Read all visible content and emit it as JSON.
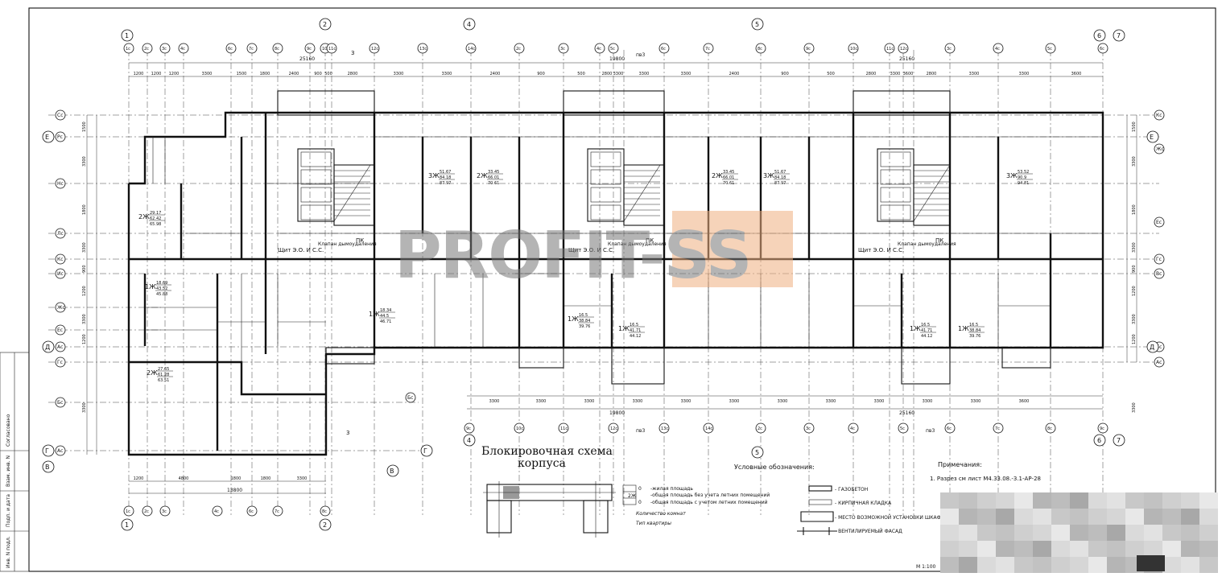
{
  "axes_top": [
    "1c",
    "2c",
    "3c",
    "4c",
    "6c",
    "7c",
    "8c",
    "9c",
    "10c",
    "11c",
    "12c",
    "13c",
    "14c",
    "2c",
    "3c",
    "4c",
    "5c",
    "6c",
    "7c",
    "8c",
    "9c",
    "10c",
    "11c",
    "12c",
    "3c",
    "4c",
    "5c",
    "6c",
    "7c",
    "8c",
    "9c",
    "10c"
  ],
  "axes_main": {
    "a1": "1",
    "a2": "2",
    "a4": "4",
    "a5": "5",
    "a6": "6",
    "a7": "7"
  },
  "axes_left": [
    "Сс",
    "Рс",
    "Нс",
    "Лс",
    "Кс",
    "Ис",
    "Жс",
    "Ес",
    "Ас",
    "Гс",
    "Бс",
    "Ас"
  ],
  "axes_left_main": {
    "e": "Е",
    "d": "Д",
    "g": "Г",
    "v": "В"
  },
  "axes_right": [
    "Кс",
    "Жс",
    "Ес",
    "Гс",
    "Вс",
    "Бс",
    "Ас"
  ],
  "dims_top": [
    "1200",
    "1200",
    "1200",
    "3300",
    "1500",
    "1800",
    "2400",
    "900",
    "500",
    "2800",
    "3300",
    "3300",
    "2400",
    "900",
    "500",
    "2800",
    "3300",
    "3300",
    "3300",
    "2400",
    "900",
    "500",
    "2800",
    "3300",
    "3600"
  ],
  "dims_total_top": {
    "left": "25160",
    "mid": "19800",
    "right": "25160"
  },
  "dims_bottom": [
    "3300",
    "3300",
    "3300",
    "3300",
    "3300",
    "3300",
    "3300",
    "3300",
    "3300",
    "3300",
    "3300",
    "3600"
  ],
  "dims_total_bottom": {
    "mid": "19800",
    "right": "25160"
  },
  "dims_left_bottom": [
    "1200",
    "4800",
    "1800",
    "1800",
    "3300"
  ],
  "dims_left_total": "13800",
  "dims_vertical_left": [
    "1500",
    "3300",
    "1800",
    "3300",
    "900",
    "1200",
    "3300",
    "1200",
    "3300"
  ],
  "room_labels": [
    {
      "id": "r1",
      "text": "2Ж",
      "sub": [
        "29.17",
        "62.42",
        "65.98"
      ]
    },
    {
      "id": "r2",
      "text": "1Ж",
      "sub": [
        "18.69",
        "43.52",
        "45.88"
      ]
    },
    {
      "id": "r3",
      "text": "2Ж",
      "sub": [
        "27.65",
        "61.28",
        "63.51"
      ]
    },
    {
      "id": "r4",
      "text": "3Ж",
      "sub": [
        "51.67",
        "84.18",
        "87.97"
      ]
    },
    {
      "id": "r5",
      "text": "2Ж",
      "sub": [
        "33.45",
        "66.01",
        "70.61"
      ]
    },
    {
      "id": "r6",
      "text": "2Ж",
      "sub": [
        "33.45",
        "66.01",
        "70.61"
      ]
    },
    {
      "id": "r7",
      "text": "3Ж",
      "sub": [
        "51.67",
        "84.18",
        "87.97"
      ]
    },
    {
      "id": "r8",
      "text": "3Ж",
      "sub": [
        "53.52",
        "90.9",
        "94.81"
      ]
    },
    {
      "id": "r9",
      "text": "1Ж",
      "sub": [
        "16.5",
        "38.84",
        "39.76"
      ]
    },
    {
      "id": "r10",
      "text": "1Ж",
      "sub": [
        "16.5",
        "41.71",
        "44.12"
      ]
    },
    {
      "id": "r11",
      "text": "1Ж",
      "sub": [
        "16.5",
        "41.71",
        "44.12"
      ]
    },
    {
      "id": "r12",
      "text": "1Ж",
      "sub": [
        "16.5",
        "38.84",
        "39.76"
      ]
    },
    {
      "id": "r13",
      "text": "1Ж",
      "sub": [
        "18.34",
        "44.5",
        "46.71"
      ]
    }
  ],
  "shaft_labels": [
    "Щит Э.О. И С.С.",
    "Щит Э.О. И С.С.",
    "Щит Э.О. И С.С."
  ],
  "valve_labels": [
    "Клапан дымоудаления",
    "Клапан дымоудаления",
    "Клапан дымоудаления"
  ],
  "pk_labels": [
    "ПК",
    "ПК",
    "ПК"
  ],
  "section_marks": {
    "a": "3",
    "b": "3",
    "c": "пв3",
    "d": "пв3",
    "e": "пв3"
  },
  "watermark": "PROFIT-SS",
  "block_scheme": {
    "title_line1": "Блокировочная схема",
    "title_line2": "корпуса"
  },
  "legend_left": {
    "rows": [
      {
        "code": "0",
        "text": "-жилая площадь"
      },
      {
        "code": "2Ж",
        "text": "-общая площадь без учета летних помещений"
      },
      {
        "code": "0",
        "text": "-общая площадь с учетом летних помещений"
      }
    ],
    "count_label": "Количество комнат",
    "type_label": "Тип квартиры"
  },
  "legend_right": {
    "title": "Условные обозначения:",
    "items": [
      "- ГАЗОБЕТОН",
      "- КИРПИЧНАЯ КЛАДКА",
      "- МЕСТО ВОЗМОЖНОЙ УСТАНОВКИ ШКАФА",
      "- ВЕНТИЛИРУЕМЫЙ ФАСАД"
    ]
  },
  "notes": {
    "title": "Примечания:",
    "line1": "1. Разрез см лист   М4.33.08.-3.1-АР-28"
  },
  "scale": "М 1:100",
  "stamp_side": [
    "Согласовано",
    "Взам. инв. N",
    "Подп. и дата",
    "Инв. N подл."
  ]
}
